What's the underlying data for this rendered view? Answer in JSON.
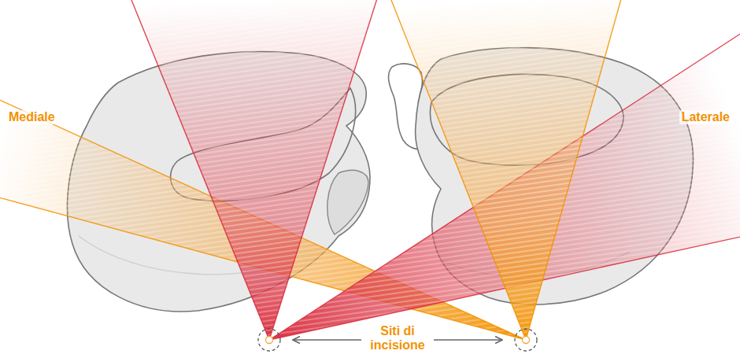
{
  "diagram": {
    "labels": [
      "Mediale",
      "Laterale",
      "Siti di incisione"
    ]
  }
}
